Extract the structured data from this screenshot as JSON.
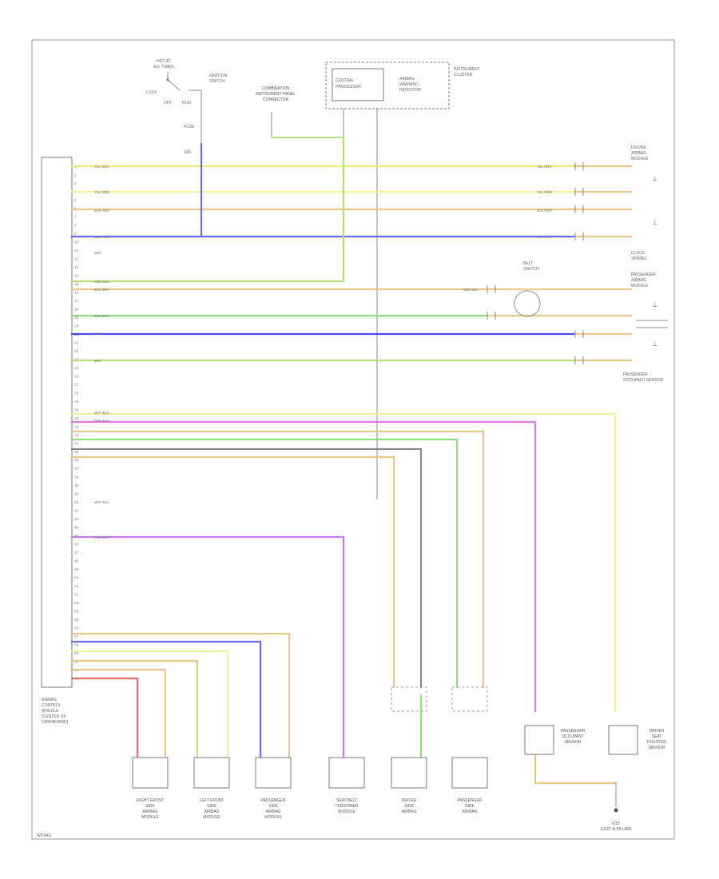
{
  "module": {
    "label_lines": [
      "AIRBAG",
      "CONTROL",
      "MODULE",
      "(CENTER OF",
      "DASHBOARD)"
    ]
  },
  "top": {
    "hot_at_all_times": [
      "HOT AT",
      "ALL TIMES"
    ],
    "ignition_switch": [
      "IGNITION",
      "SWITCH"
    ],
    "switch_contacts": [
      "LOCK",
      "OFF",
      "RUN"
    ],
    "data_link": [
      "COMBINATION",
      "INSTRUMENT PANEL",
      "CONNECTOR"
    ],
    "instrument_cluster": [
      "INSTRUMENT",
      "CLUSTER"
    ],
    "cluster_inner_left": [
      "CENTRAL",
      "PROCESSOR"
    ],
    "cluster_inner_right": [
      "AIRBAG",
      "WARNING",
      "INDICATOR"
    ],
    "fuse_label": [
      "FUSE",
      "15A"
    ]
  },
  "right_labels": {
    "driver_airbag": [
      "DRIVER",
      "AIRBAG",
      "MODULE"
    ],
    "passenger_airbag": [
      "PASSENGER",
      "AIRBAG",
      "MODULE"
    ],
    "clock_spring": [
      "CLOCK",
      "SPRING"
    ],
    "passenger_occupant": [
      "PASSENGER",
      "OCCUPANT SENSOR"
    ],
    "belt_switch": [
      "BELT",
      "SWITCH"
    ]
  },
  "wire_labels": {
    "w1": "YEL/BLU",
    "w2": "YEL/BRN",
    "w3": "BLK/RED",
    "w4": "BLK/YEL",
    "w5": "BRN",
    "w6": "GRN/BLK",
    "w7": "BRN/WHT",
    "w8": "BLU",
    "w9": "BRN",
    "w10": "WHT/BLU",
    "w11": "ORN/BLK",
    "w12": "VIO/WHT"
  },
  "bottom_components": [
    [
      "RIGHT FRONT",
      "SIDE",
      "AIRBAG",
      "MODULE"
    ],
    [
      "LEFT FRONT",
      "SIDE",
      "AIRBAG",
      "MODULE"
    ],
    [
      "PASSENGER",
      "SIDE",
      "AIRBAG",
      "MODULE"
    ],
    [
      "SEAT BELT",
      "TENSIONER",
      "MODULE"
    ],
    [
      "DRIVER",
      "SIDE",
      "AIRBAG"
    ],
    [
      "PASSENGER",
      "SIDE",
      "AIRBAG"
    ],
    [
      "PASSENGER",
      "OCCUPANT",
      "SENSOR"
    ],
    [
      "DRIVER",
      "SEAT",
      "POSITION",
      "SENSOR"
    ]
  ],
  "ground_label": [
    "G15",
    "(LEFT A-PILLAR)"
  ],
  "footer_id": "W/DIAG",
  "colors": {
    "yellow": "#e8ec7a",
    "lightyellow": "#f2ef9c",
    "tan": "#e6c98a",
    "blue": "#6b6bee",
    "darkblue": "#4a4af0",
    "green": "#8ee07a",
    "lime": "#b6e07a",
    "pink": "#e07ae0",
    "violet": "#c97ae8",
    "gray": "#8a8a8a",
    "red": "#f06b6b",
    "orange": "#f0b06b"
  }
}
